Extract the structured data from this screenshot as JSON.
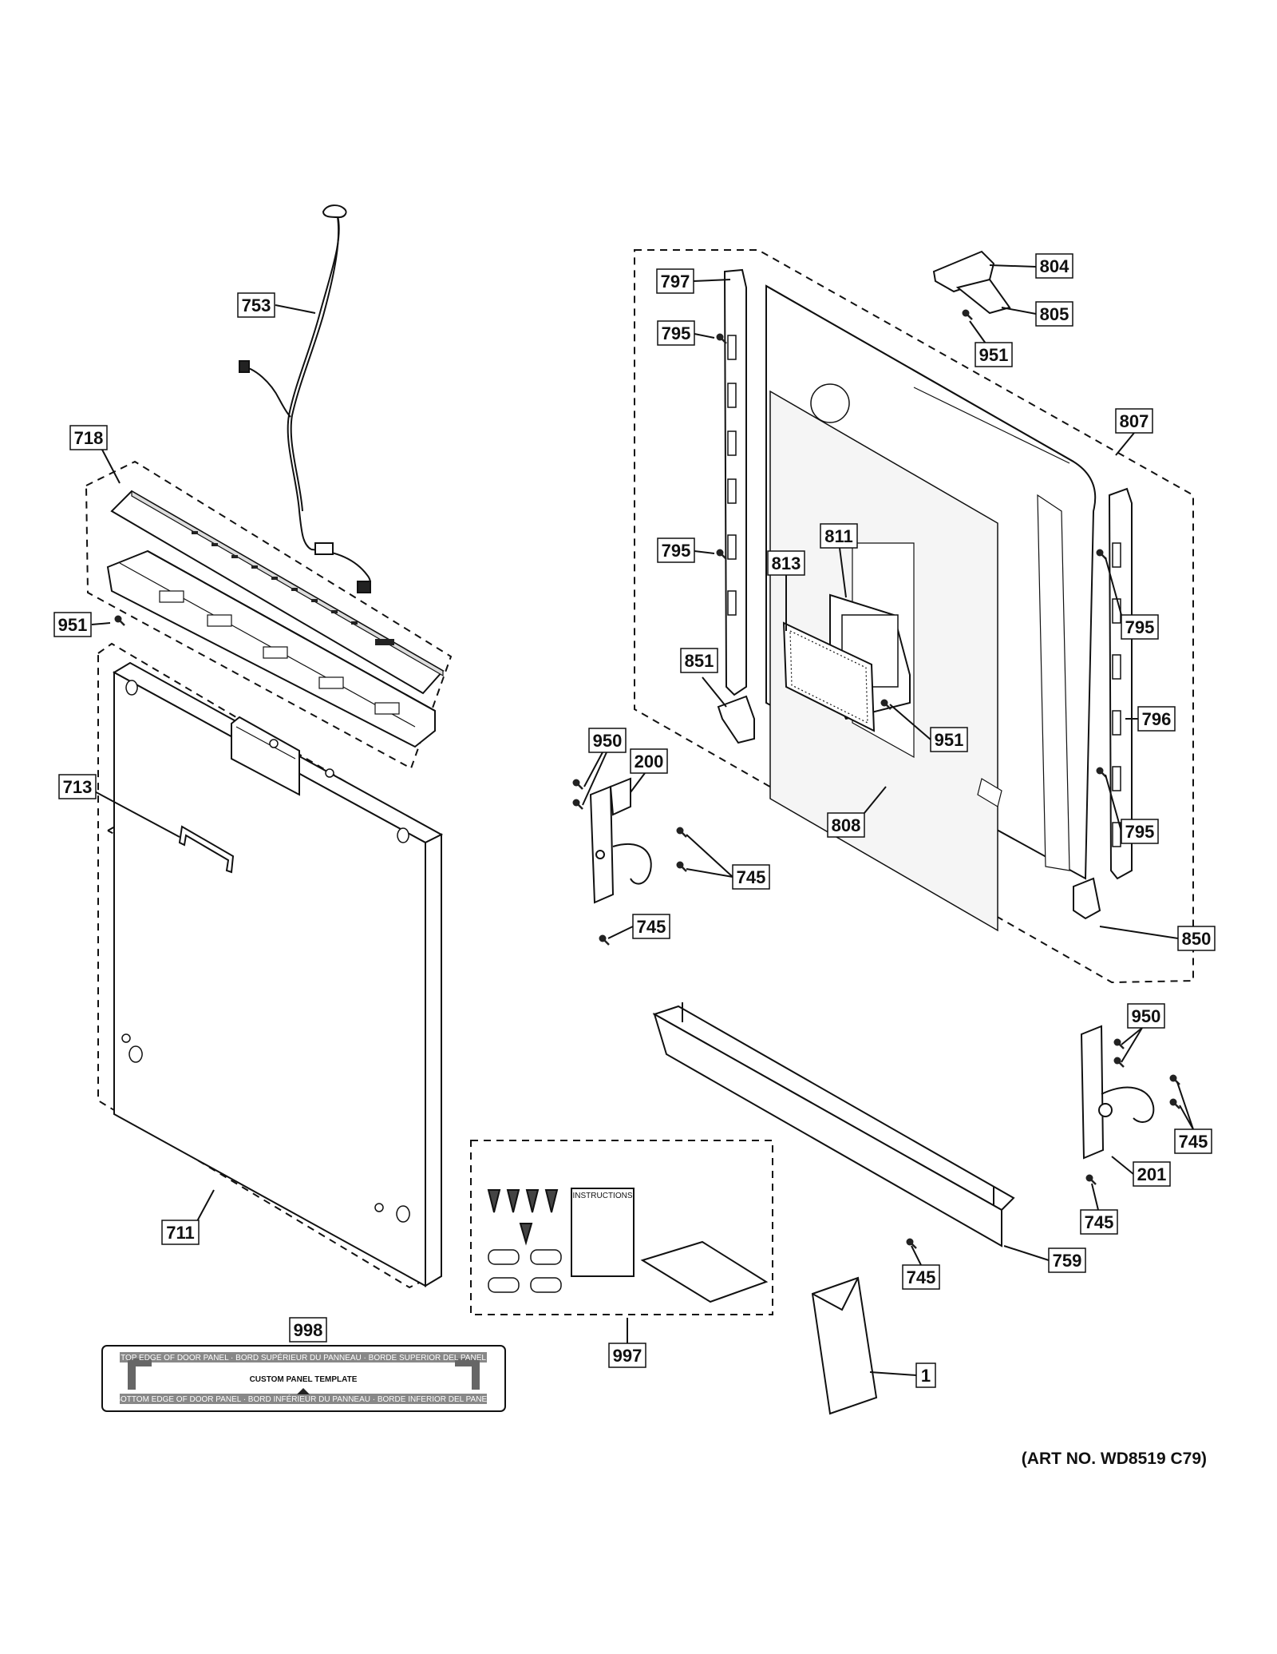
{
  "callouts": {
    "c753": "753",
    "c718": "718",
    "c951_left": "951",
    "c713": "713",
    "c711": "711",
    "c998": "998",
    "c797": "797",
    "c795_top": "795",
    "c795_mid": "795",
    "c851": "851",
    "c813": "813",
    "c811": "811",
    "c804": "804",
    "c805": "805",
    "c951_top": "951",
    "c807": "807",
    "c795_r1": "795",
    "c796": "796",
    "c795_r2": "795",
    "c951_mid": "951",
    "c808": "808",
    "c850": "850",
    "c950_left": "950",
    "c200": "200",
    "c745_a": "745",
    "c745_b": "745",
    "c950_right": "950",
    "c745_c": "745",
    "c201": "201",
    "c745_d": "745",
    "c759": "759",
    "c745_e": "745",
    "c997": "997",
    "c1": "1"
  },
  "kit": {
    "instructions": "INSTRUCTIONS"
  },
  "template": {
    "title": "CUSTOM PANEL TEMPLATE",
    "top_edge": "TOP EDGE OF DOOR PANEL · BORD SUPÉRIEUR DU PANNEAU · BORDE SUPERIOR DEL PANEL",
    "bottom_edge": "BOTTOM EDGE OF DOOR PANEL · BORD INFÉRIEUR DU PANNEAU · BORDE INFERIOR DEL PANEL"
  },
  "art_number": "(ART NO. WD8519 C79)"
}
